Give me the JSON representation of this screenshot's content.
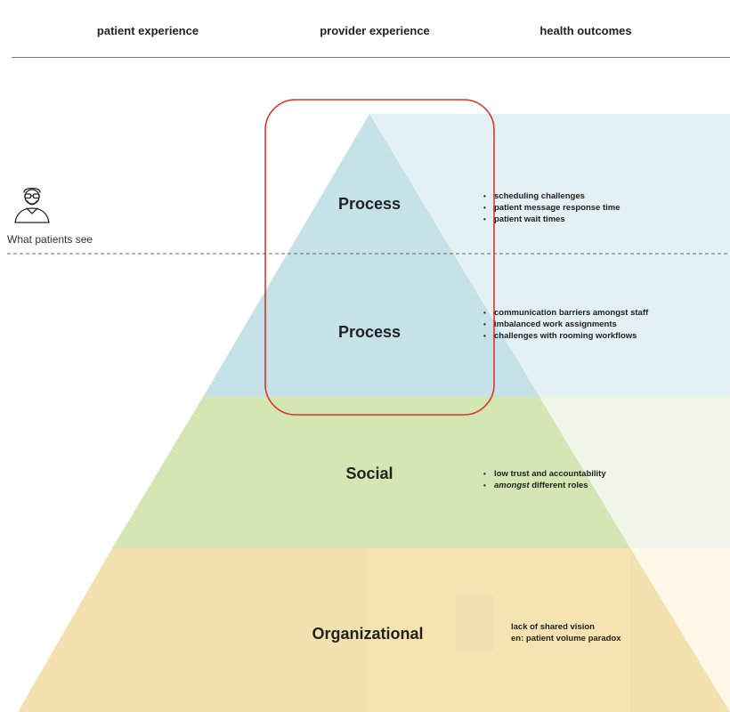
{
  "header": {
    "columns": [
      "patient experience",
      "provider experience",
      "health outcomes"
    ]
  },
  "legend": {
    "icon": "elderly-person-icon",
    "caption": "What patients see"
  },
  "layers": [
    {
      "id": "process-visible",
      "label": "Process",
      "color": "#c5e2e8",
      "bullets": [
        "scheduling challenges",
        "patient message response time",
        "patient wait times"
      ]
    },
    {
      "id": "process-hidden",
      "label": "Process",
      "color": "#c5e2e8",
      "bullets": [
        "communication barriers amongst staff",
        "imbalanced work assignments",
        "challenges with rooming workflows"
      ]
    },
    {
      "id": "social",
      "label": "Social",
      "color": "#d3e6b3",
      "bullets": [
        "low trust and accountability",
        "amongst",
        "different roles"
      ]
    },
    {
      "id": "organizational",
      "label": "Organizational",
      "color": "#f3e2b0",
      "bullets": [
        "lack of shared vision",
        "en: patient volume paradox"
      ]
    }
  ],
  "colors": {
    "highlight": "#e0342c",
    "band_process": "#e3f1f4",
    "band_social": "#f0f7ea",
    "band_org": "#fdf8e8",
    "divider": "#666666"
  }
}
